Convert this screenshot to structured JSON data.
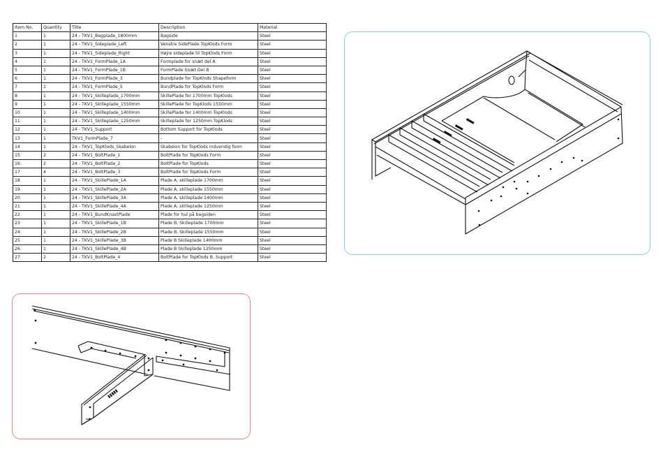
{
  "bom": {
    "headers": [
      "Item No.",
      "Quantity",
      "Title",
      "Description",
      "Material"
    ],
    "rows": [
      [
        "1",
        "1",
        "24 - TKV1_Bagplade_1800mm",
        "Bagside",
        "Steel"
      ],
      [
        "2",
        "1",
        "24 - TKV1_Sideplade_Left",
        "Venstre SidePlade TopKlods Form",
        "Steel"
      ],
      [
        "3",
        "1",
        "24 - TKV1_Sideplade_Right",
        "Højre sideplade til TopKlods Form",
        "Steel"
      ],
      [
        "4",
        "1",
        "24 - TKV1_FormPlade_1A",
        "Formplade for snæt del A",
        "Steel"
      ],
      [
        "5",
        "1",
        "24 - TKV1_FormPlade_1B",
        "FormPlade Snæt Del B",
        "Steel"
      ],
      [
        "6",
        "1",
        "24 - TKV1_FormPlade_3",
        "Bundplade for TopKlods Shapeform",
        "Steel"
      ],
      [
        "7",
        "1",
        "24 - TKV1_FormPlade_5",
        "BundPlade for TopKlods Form",
        "Steel"
      ],
      [
        "8",
        "1",
        "24 - TKV1_Skilleplade_1700mm",
        "SkillePlade for 1700mm TopKlods",
        "Steel"
      ],
      [
        "9",
        "1",
        "24 - TKV1_Skilleplade_1550mm",
        "SkillePlade for TopKlods 1550mm",
        "Steel"
      ],
      [
        "10",
        "1",
        "24 - TKV1_Skilleplade_1400mm",
        "SkillePlade for 1400mm TopKlods",
        "Steel"
      ],
      [
        "11",
        "1",
        "24 - TKV1_Skilleplade_1250mm",
        "Skilleplade for 1250mm TopKlods",
        "Steel"
      ],
      [
        "12",
        "1",
        "24 - TKV1_Support",
        "Bottom Support for TopKlods",
        "Steel"
      ],
      [
        "13",
        "1",
        "TKV1_FormPlade_7",
        "-",
        "Steel"
      ],
      [
        "14",
        "1",
        "24 - TKV1_TopKlods_Skabelon",
        "Skabelon for TopKlods indvendig form",
        "Steel"
      ],
      [
        "15",
        "2",
        "24 - TKV1_BoltPlade_1",
        "BoltPlade for TopKlods Form",
        "Steel"
      ],
      [
        "16",
        "2",
        "24 - TKV1_BoltPlade_2",
        "BoltPlade for TopKlods",
        "Steel"
      ],
      [
        "17",
        "4",
        "24 - TKV1_BoltPlade_3",
        "BoltPlade for TopKlods Form",
        "Steel"
      ],
      [
        "18",
        "1",
        "24 - TKV1_SkillePlade_1A",
        "Plade A, skilleplade 1700mm",
        "Steel"
      ],
      [
        "19",
        "1",
        "24 - TKV1_SkillePlade_2A",
        "Plade A, skilleplade 1550mm",
        "Steel"
      ],
      [
        "20",
        "1",
        "24 - TKV1_SkillePlade_3A",
        "Plade A, skilleplade 1400mm",
        "Steel"
      ],
      [
        "21",
        "1",
        "24 - TKV1_SkillePlade_4A",
        "Plade A, skilleplade 1250mm",
        "Steel"
      ],
      [
        "22",
        "1",
        "24 - TKV1_BundKnastPlade",
        "Plade for hul på bagsiden",
        "Steel"
      ],
      [
        "23",
        "1",
        "24 - TKV1_SkillePlade_1B",
        "Plade B, Skilleplade 1700mm",
        "Steel"
      ],
      [
        "24",
        "1",
        "24 - TKV1_SkillePlade_2B",
        "Plade B, Skilleplade 1550mm",
        "Steel"
      ],
      [
        "25",
        "1",
        "24 - TKV1_SkillePlade_3B",
        "Plade B Skilleplade 1400mm",
        "Steel"
      ],
      [
        "26",
        "1",
        "24 - TKV1_SkillePlade_4B",
        "Plade B Skilleplade 1250mm",
        "Steel"
      ],
      [
        "27",
        "2",
        "24 - TKV1_BoltPlade_4",
        "BoltPlade for TopKlods B. Support",
        "Steel"
      ]
    ]
  },
  "colors": {
    "panel_a_border": "#8fd0dc",
    "panel_b_border": "#e08a8a",
    "line": "#111111"
  }
}
